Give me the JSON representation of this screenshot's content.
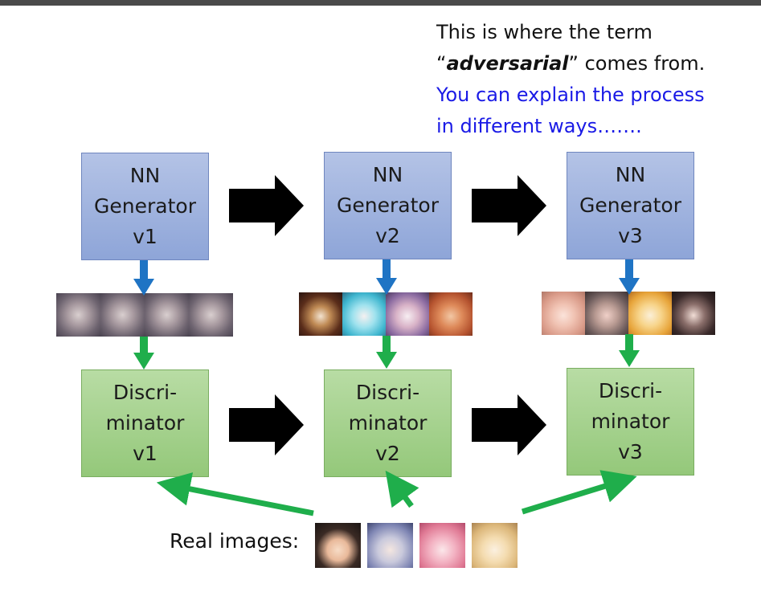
{
  "callout": {
    "line1": "This is where the term",
    "line2_open": "“",
    "line2_emph": "adversarial",
    "line2_close": "” comes from.",
    "line3": "You can explain the process",
    "line4": "in different ways……."
  },
  "generators": [
    {
      "line1": "NN",
      "line2": "Generator",
      "line3": "v1"
    },
    {
      "line1": "NN",
      "line2": "Generator",
      "line3": "v2"
    },
    {
      "line1": "NN",
      "line2": "Generator",
      "line3": "v3"
    }
  ],
  "discriminators": [
    {
      "line1": "Discri-",
      "line2": "minator",
      "line3": "v1"
    },
    {
      "line1": "Discri-",
      "line2": "minator",
      "line3": "v2"
    },
    {
      "line1": "Discri-",
      "line2": "minator",
      "line3": "v3"
    }
  ],
  "real_images_label": "Real images:",
  "colors": {
    "generator_fill": "#9fb3e0",
    "discriminator_fill": "#a7d38f",
    "blue_arrow": "#1f74c4",
    "green_arrow": "#1fae4b",
    "step_arrow": "#000000",
    "callout_blue": "#1a1ae6"
  }
}
